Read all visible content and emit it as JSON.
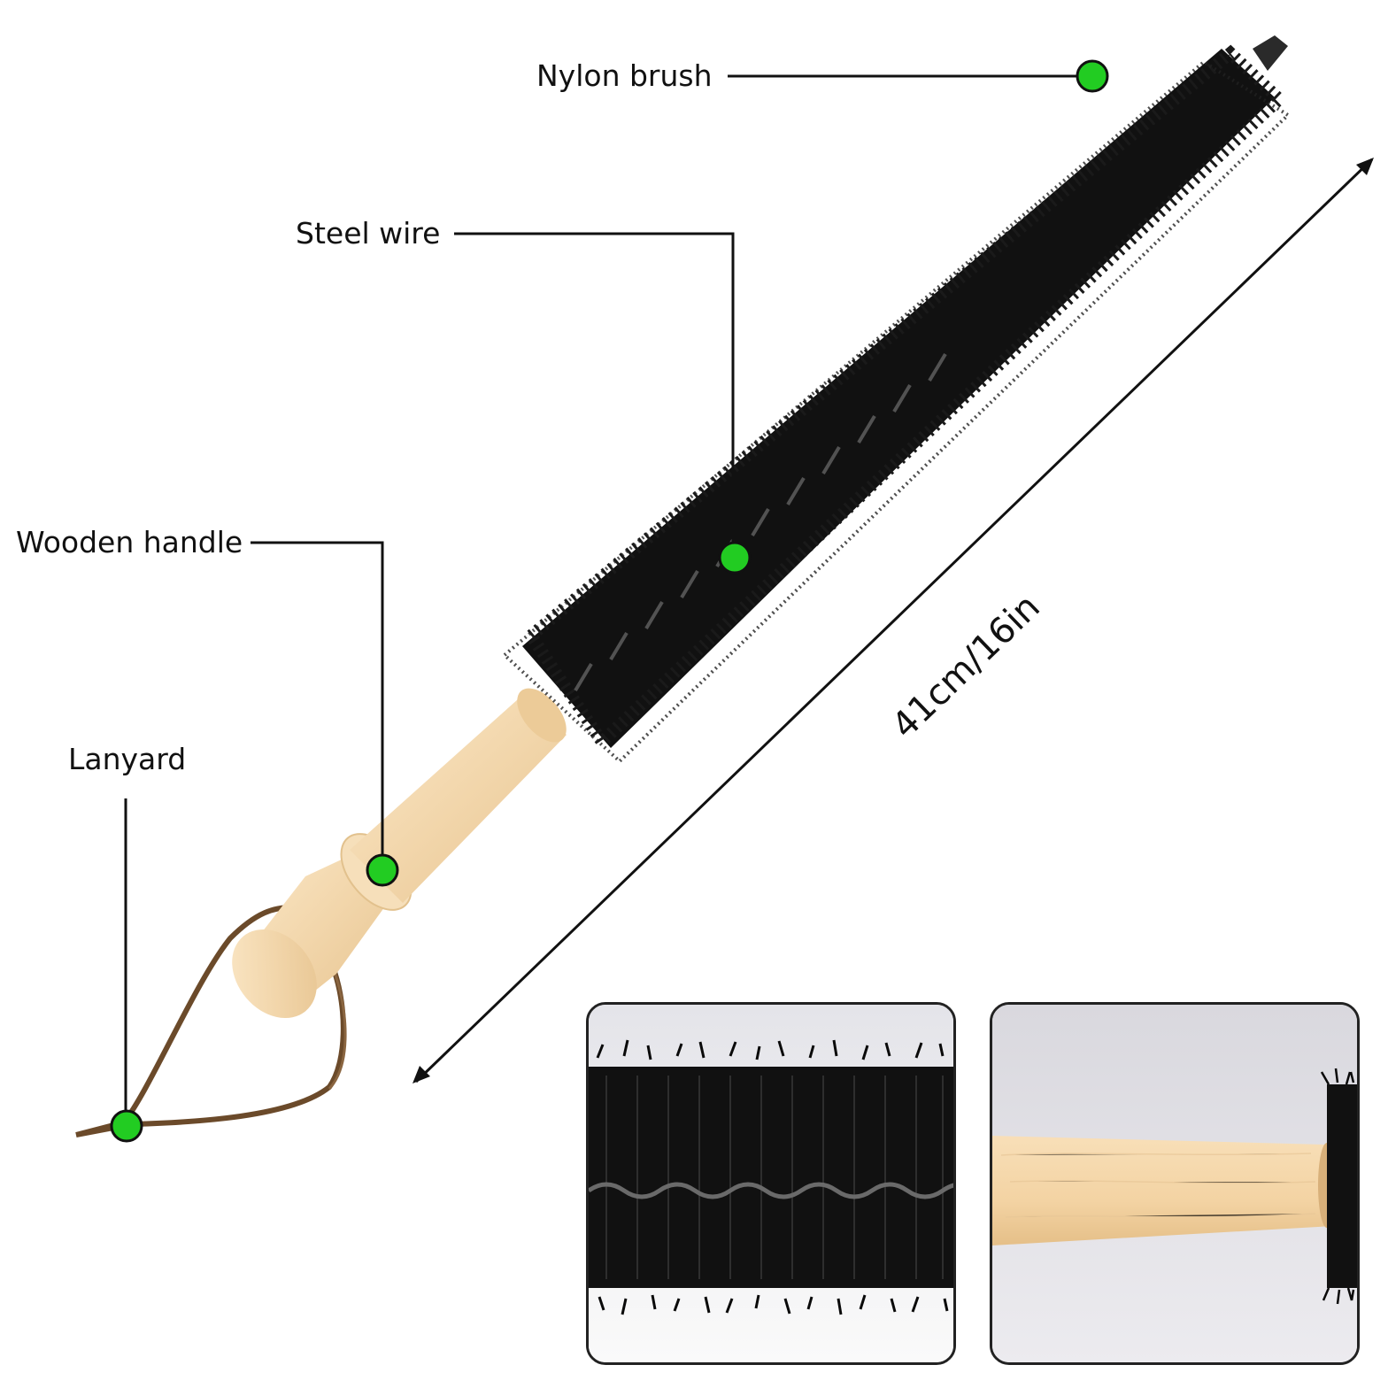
{
  "callouts": {
    "nylon_brush": "Nylon brush",
    "steel_wire": "Steel wire",
    "wooden_handle": "Wooden handle",
    "lanyard": "Lanyard"
  },
  "dimension": {
    "length_label": "41cm/16in"
  },
  "colors": {
    "marker": "#22cc22",
    "bristle": "#111111",
    "wood": "#f3d9b0",
    "lanyard": "#6b4a2a",
    "leader_line": "#111111"
  },
  "insets": [
    {
      "subject": "bristle close-up"
    },
    {
      "subject": "handle close-up"
    }
  ]
}
